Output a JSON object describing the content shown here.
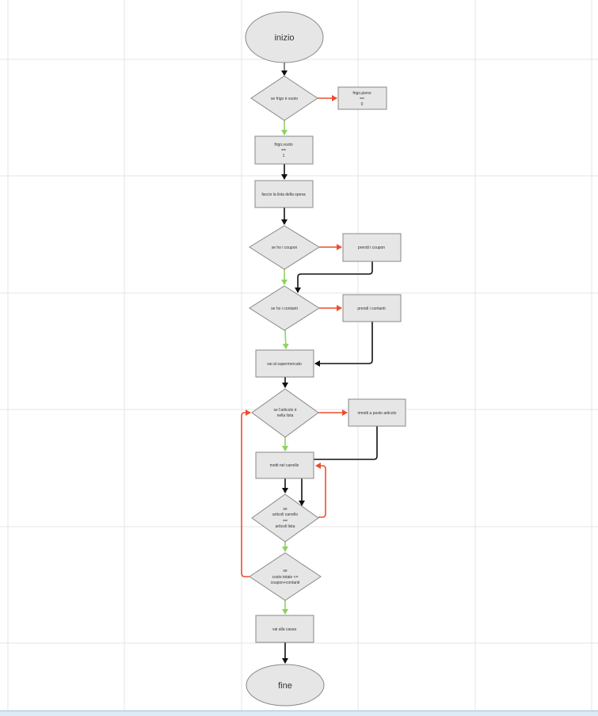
{
  "colors": {
    "grid": "#e4e4e4",
    "node_fill": "#e6e6e6",
    "node_stroke": "#888888",
    "text": "#333333",
    "edge_yes": "#8dd35f",
    "edge_no": "#ee4d2e",
    "edge_flow": "#111111"
  },
  "nodes": {
    "start": {
      "text": "inizio"
    },
    "d_frigo": {
      "text": "se frigo è vuoto"
    },
    "frigo_pieno": {
      "lines": [
        "frigo.pieno",
        "==",
        "0"
      ]
    },
    "frigo_vuoto": {
      "lines": [
        "frigo.vuoto",
        "==",
        "1"
      ]
    },
    "lista_spesa": {
      "text": "faccio la lista della spesa"
    },
    "d_coupon": {
      "text": "se ho i coupon"
    },
    "prendi_coupon": {
      "text": "prendi i coupon"
    },
    "d_contanti": {
      "text": "se ho i contanti"
    },
    "prendi_contanti": {
      "text": "prendi i contanti"
    },
    "supermercato": {
      "text": "vai al supermercato"
    },
    "d_articolo": {
      "lines": [
        "se l'articolo è",
        "nella lista"
      ]
    },
    "rimetti": {
      "text": "rimetti a posto articolo"
    },
    "carrello": {
      "text": "metti nel carrello"
    },
    "d_carrello": {
      "lines": [
        "se",
        "articoli carrello",
        "==",
        "articoli lista"
      ]
    },
    "d_costo": {
      "lines": [
        "se",
        "costo totale <=",
        "coupon+contanti"
      ]
    },
    "cassa": {
      "text": "vai alla cassa"
    },
    "end": {
      "text": "fine"
    }
  }
}
